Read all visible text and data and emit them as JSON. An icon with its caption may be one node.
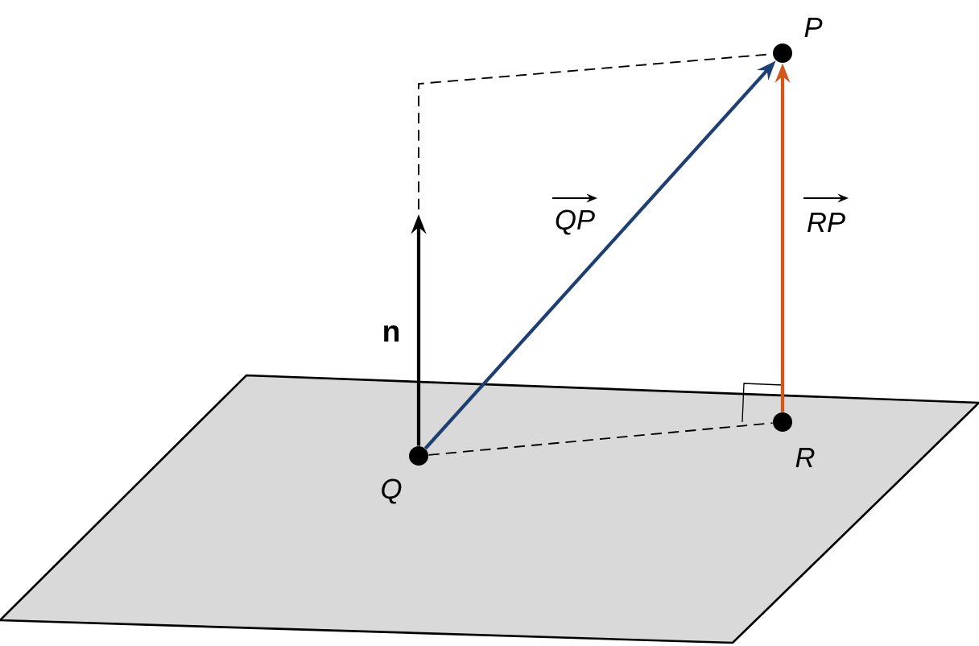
{
  "diagram": {
    "nodes": [
      {
        "text": [],
        "shape": "circle",
        "beside": [
          "P"
        ]
      },
      {
        "text": [],
        "shape": "circle",
        "beside": [
          "Q"
        ]
      },
      {
        "text": [],
        "shape": "circle",
        "beside": [
          "R"
        ]
      }
    ],
    "edges": [
      {
        "from": 1,
        "to": null,
        "arrow": "to",
        "label": "n"
      },
      {
        "from": 1,
        "to": 0,
        "arrow": "to",
        "label": "QP",
        "color": "#1d3f74"
      },
      {
        "from": 2,
        "to": 0,
        "arrow": "to",
        "label": "RP",
        "color": "#d4561c"
      },
      {
        "from": 1,
        "to": 2,
        "arrow": "none",
        "style": "dashed"
      },
      {
        "from": null,
        "to": 0,
        "arrow": "none",
        "style": "dashed"
      }
    ]
  }
}
